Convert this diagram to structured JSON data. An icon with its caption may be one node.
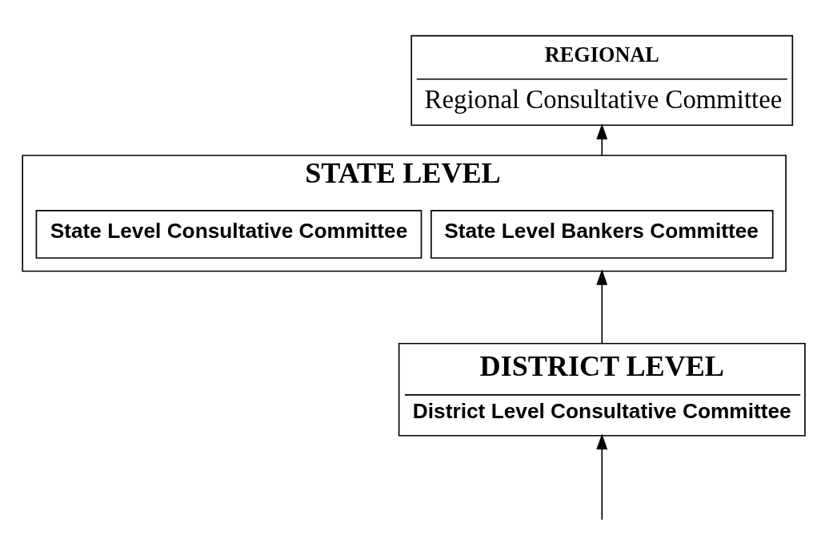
{
  "diagram": {
    "nodes": [
      {
        "text": [
          "REGIONAL",
          "Regional Consultative Committee"
        ]
      },
      {
        "text": [
          "STATE LEVEL"
        ]
      },
      {
        "text": [
          "State Level Bankers Committee"
        ],
        "in": 1
      },
      {
        "text": [
          "State Level Consultative Committee"
        ],
        "in": 1
      },
      {
        "text": [
          "DISTRICT LEVEL",
          "District Level Consultative Committee"
        ]
      }
    ],
    "edges": [
      {
        "from": 1,
        "to": 0,
        "arrow": "to"
      },
      {
        "from": 4,
        "to": 1,
        "arrow": "to"
      },
      {
        "from": null,
        "to": 4,
        "arrow": "to"
      }
    ]
  }
}
